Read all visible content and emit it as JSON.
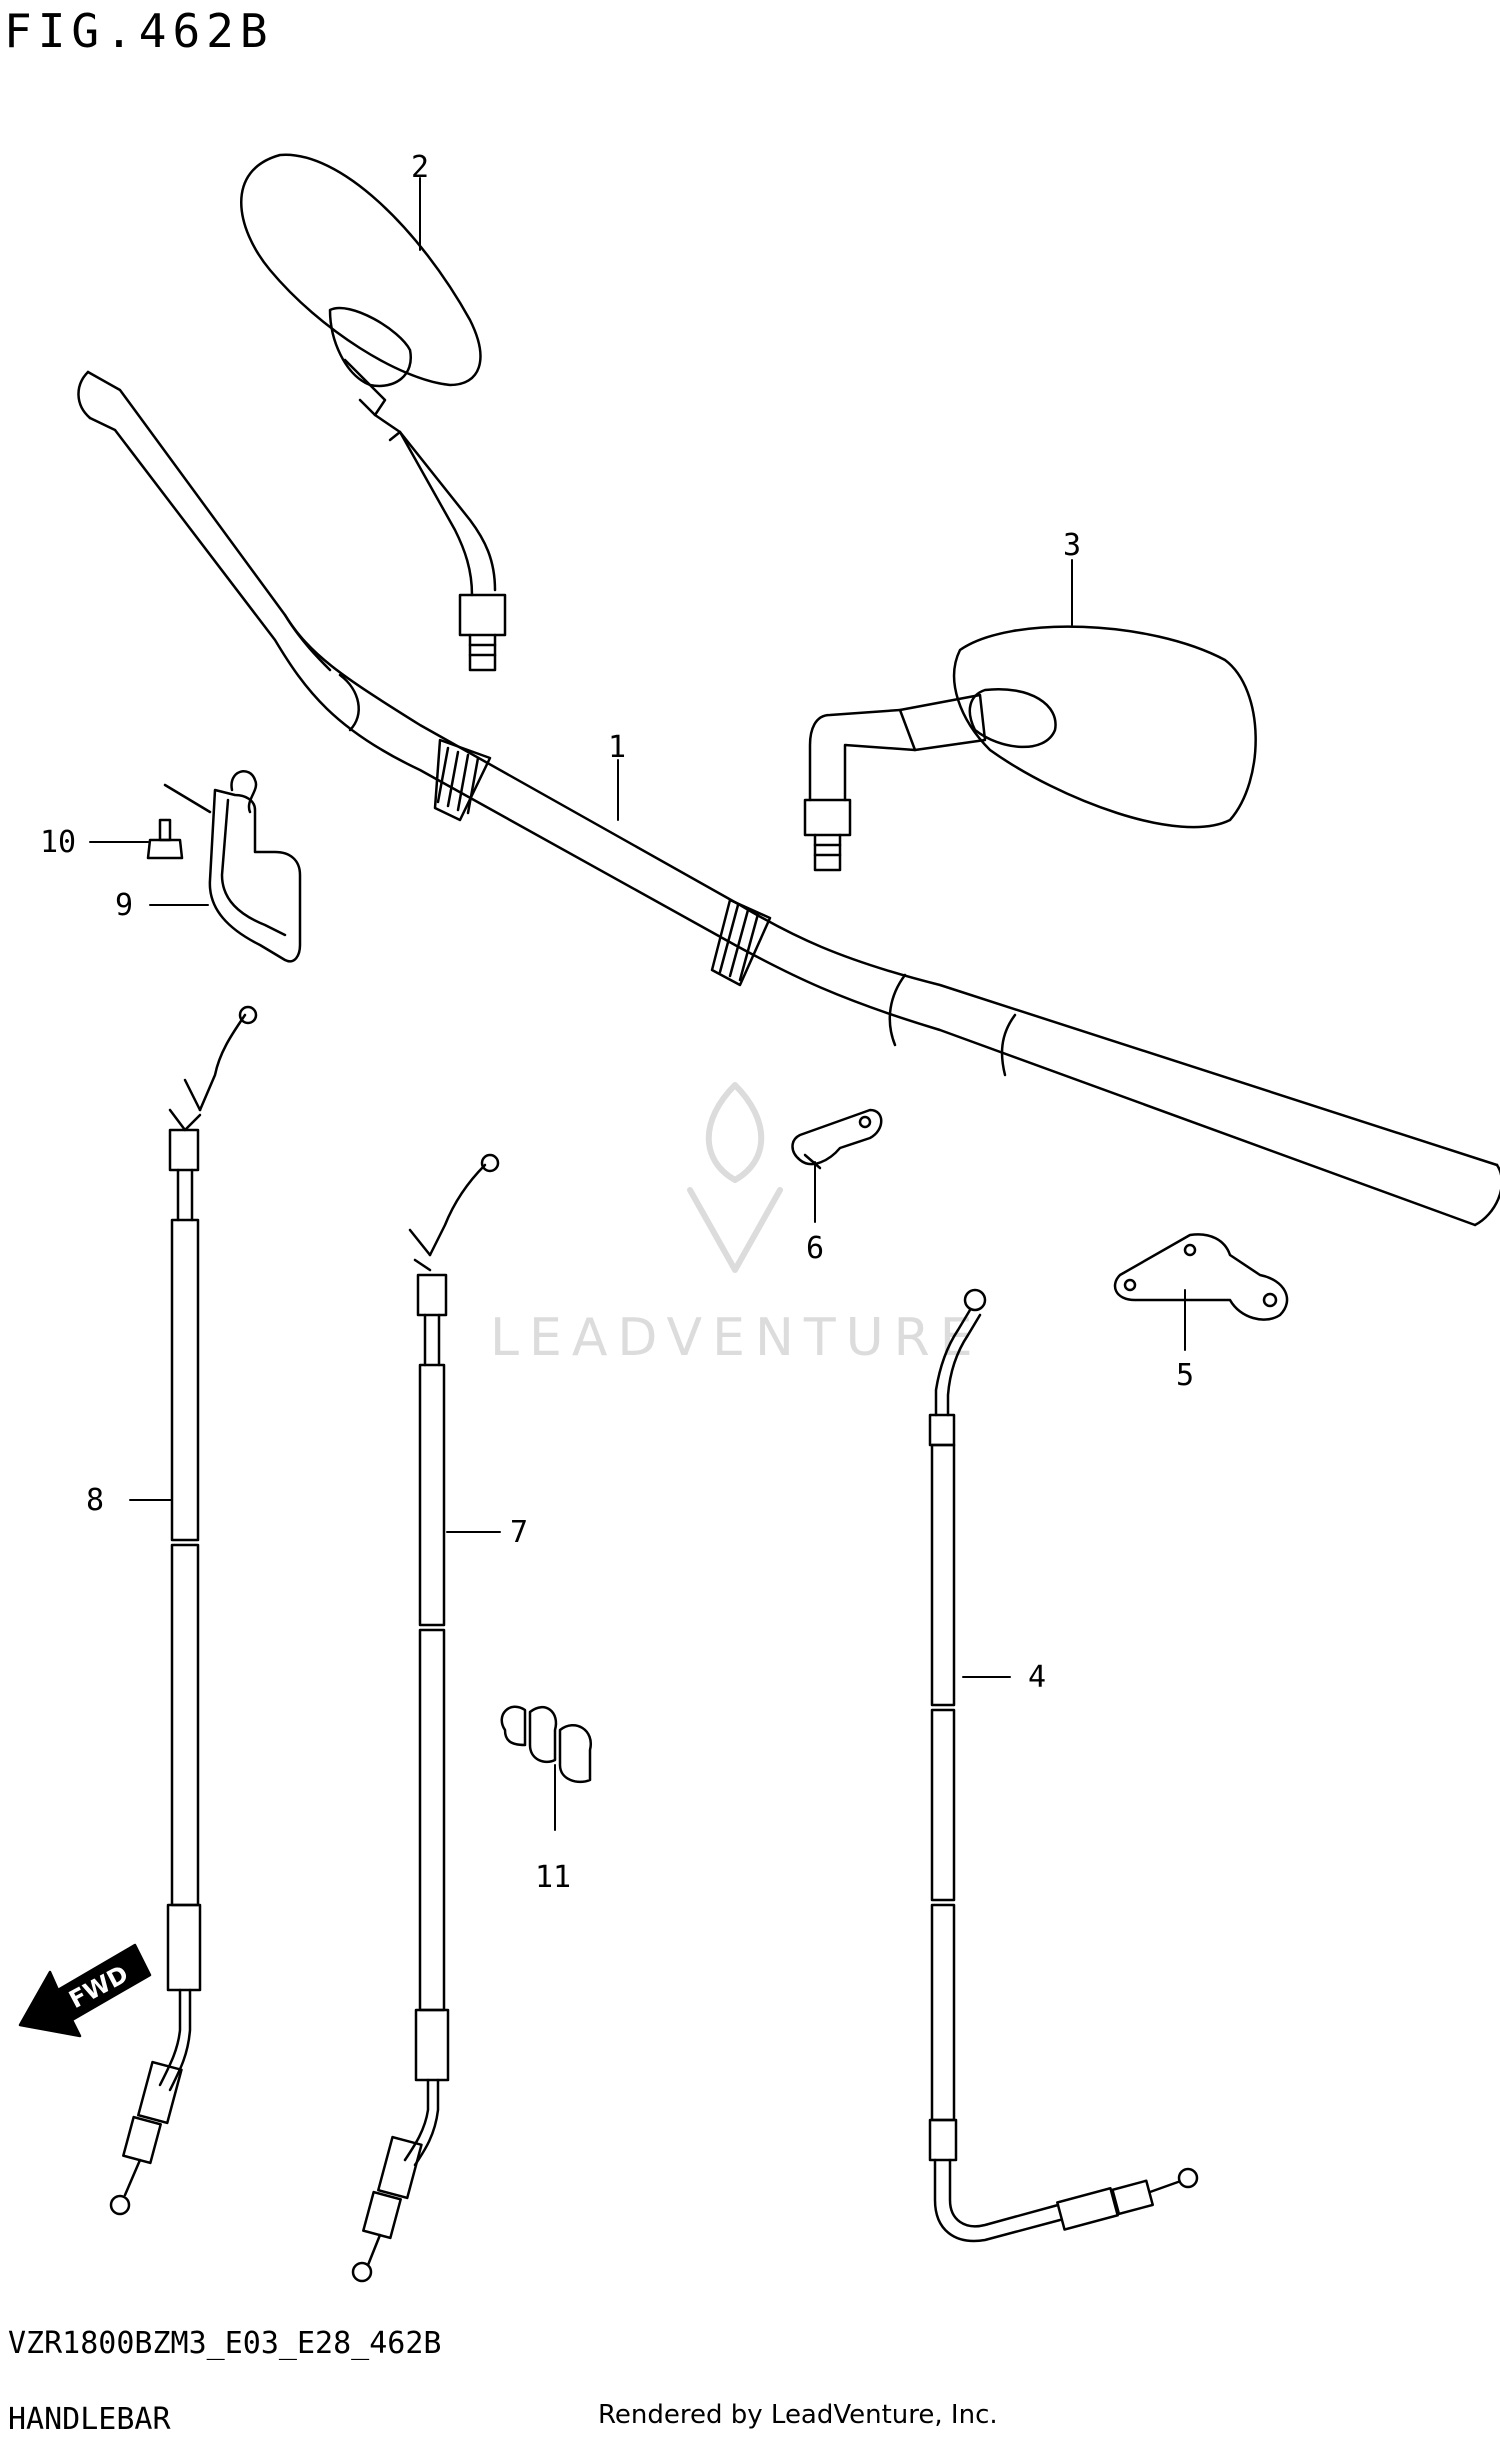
{
  "figure": {
    "title": "FIG.462B",
    "model_code": "VZR1800BZM3_E03_E28_462B",
    "name": "HANDLEBAR",
    "rendered_by": "Rendered by LeadVenture, Inc.",
    "watermark": "LEADVENTURE",
    "fwd_label": "FWD"
  },
  "callouts": [
    {
      "id": "1",
      "part": "handlebar"
    },
    {
      "id": "2",
      "part": "mirror-left"
    },
    {
      "id": "3",
      "part": "mirror-right"
    },
    {
      "id": "4",
      "part": "clutch-cable"
    },
    {
      "id": "5",
      "part": "bracket"
    },
    {
      "id": "6",
      "part": "clamp"
    },
    {
      "id": "7",
      "part": "throttle-cable-return"
    },
    {
      "id": "8",
      "part": "throttle-cable-pull"
    },
    {
      "id": "9",
      "part": "label"
    },
    {
      "id": "10",
      "part": "screw"
    },
    {
      "id": "11",
      "part": "cable-clip"
    }
  ]
}
